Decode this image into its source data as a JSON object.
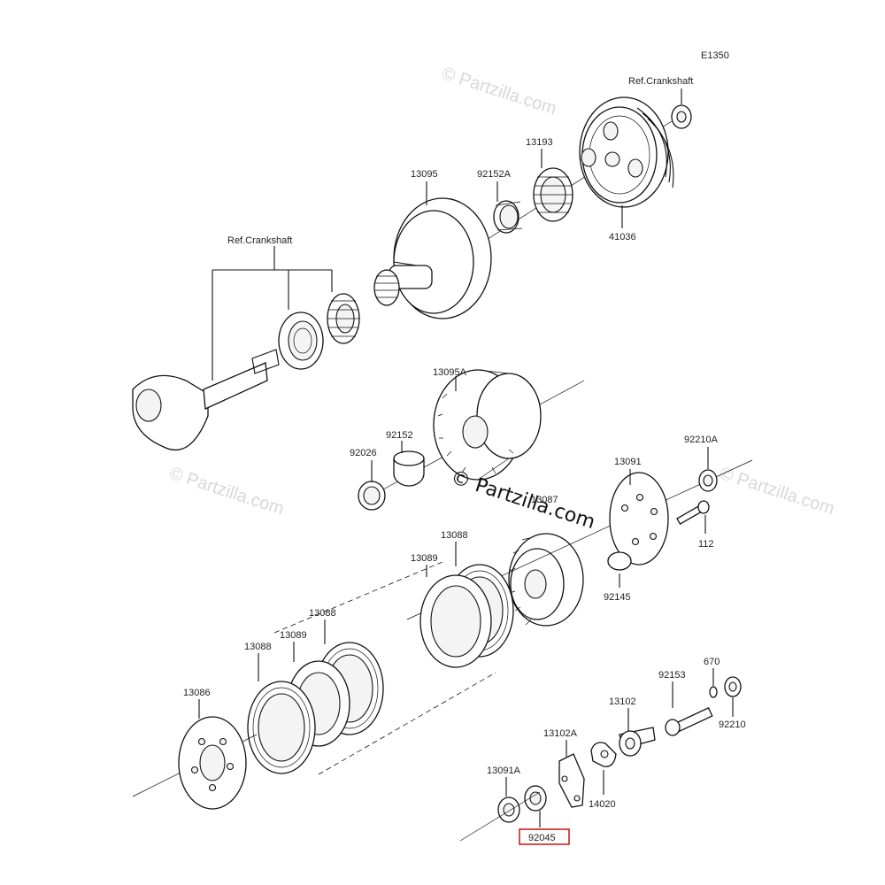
{
  "watermarks": {
    "logo_text": "© Partzilla.com",
    "faint_text": "© Partzilla.com"
  },
  "refs": {
    "crankshaft_top": "Ref.Crankshaft",
    "crankshaft_left": "Ref.Crankshaft",
    "e1350": "E1350"
  },
  "labels": {
    "p13095": "13095",
    "p92152A": "92152A",
    "p13193": "13193",
    "p41036": "41036",
    "p13095A": "13095A",
    "p92152": "92152",
    "p92026": "92026",
    "p13087": "13087",
    "p13091": "13091",
    "p92210A": "92210A",
    "p112": "112",
    "p92145": "92145",
    "p13088_top": "13088",
    "p13089_top": "13089",
    "p13088_mid": "13088",
    "p13089_mid": "13089",
    "p13088_left": "13088",
    "p13086": "13086",
    "p13102": "13102",
    "p92153": "92153",
    "p670": "670",
    "p92210": "92210",
    "p13102A": "13102A",
    "p14020": "14020",
    "p13091A": "13091A",
    "p92045": "92045"
  },
  "highlight": {
    "part": "92045",
    "color": "#d21f1f"
  }
}
